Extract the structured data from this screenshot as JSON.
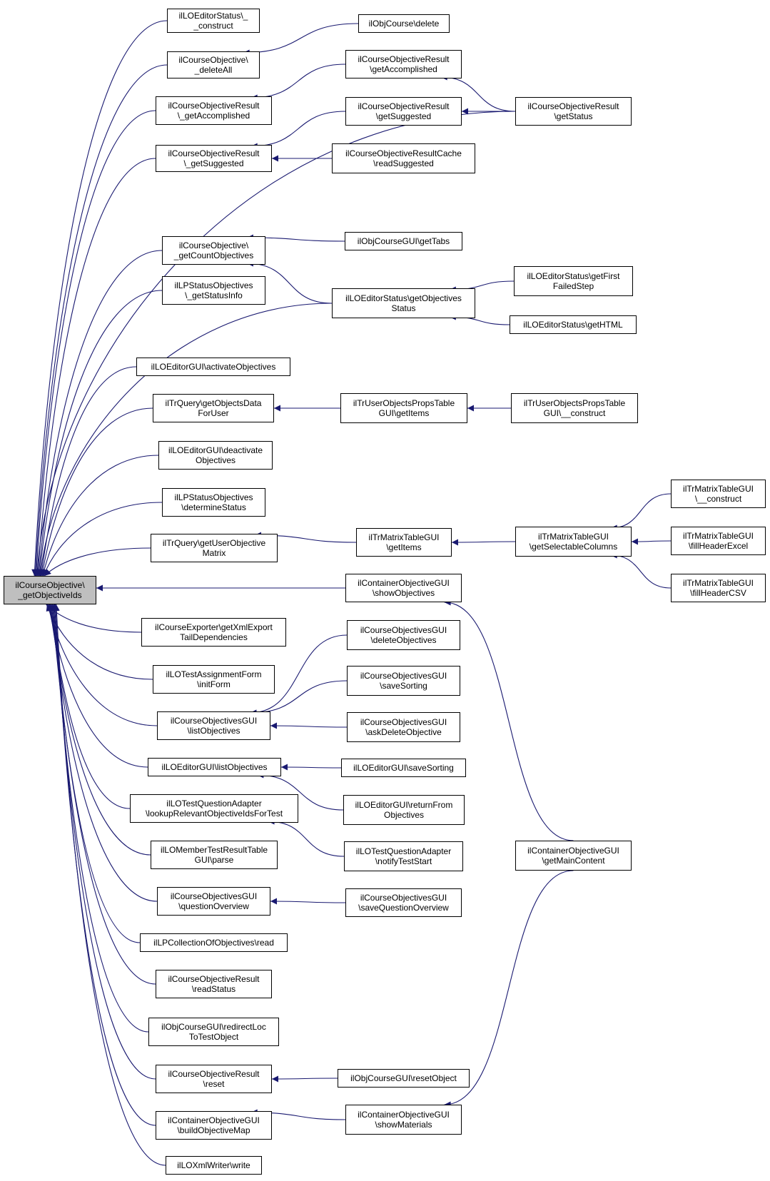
{
  "root": {
    "line1": "ilCourseObjective\\",
    "line2": "_getObjectiveIds"
  },
  "nodes": {
    "loeditorstatus_construct": [
      "ilLOEditorStatus\\_",
      "_construct"
    ],
    "courseobjective_deleteall": [
      "ilCourseObjective\\",
      "_deleteAll"
    ],
    "courseobjectiveresult_getaccomplished": [
      "ilCourseObjectiveResult",
      "\\_getAccomplished"
    ],
    "courseobjectiveresult_getsuggested": [
      "ilCourseObjectiveResult",
      "\\_getSuggested"
    ],
    "courseobjective_getcountobjectives": [
      "ilCourseObjective\\",
      "_getCountObjectives"
    ],
    "lpstatusobjectives_getstatusinfo": [
      "ilLPStatusObjectives",
      "\\_getStatusInfo"
    ],
    "loeditorgui_activateobjectives": [
      "ilLOEditorGUI\\activateObjectives"
    ],
    "trquery_getobjectsdataforuser": [
      "ilTrQuery\\getObjectsData",
      "ForUser"
    ],
    "loeditorgui_deactivateobjectives": [
      "ilLOEditorGUI\\deactivate",
      "Objectives"
    ],
    "lpstatusobjectives_determinestatus": [
      "ilLPStatusObjectives",
      "\\determineStatus"
    ],
    "trquery_getuserobjectivematrix": [
      "ilTrQuery\\getUserObjective",
      "Matrix"
    ],
    "courseexporter_getxmlexporttaildependencies": [
      "ilCourseExporter\\getXmlExport",
      "TailDependencies"
    ],
    "lotestassignmentform_initform": [
      "ilLOTestAssignmentForm",
      "\\initForm"
    ],
    "courseobjectivesgui_listobjectives": [
      "ilCourseObjectivesGUI",
      "\\listObjectives"
    ],
    "loeditorgui_listobjectives": [
      "ilLOEditorGUI\\listObjectives"
    ],
    "lotestquestionadapter_lookup": [
      "ilLOTestQuestionAdapter",
      "\\lookupRelevantObjectiveIdsForTest"
    ],
    "lomembertestresulttablegui_parse": [
      "ilLOMemberTestResultTable",
      "GUI\\parse"
    ],
    "courseobjectivesgui_questionoverview": [
      "ilCourseObjectivesGUI",
      "\\questionOverview"
    ],
    "lpcollectionofobjectives_read": [
      "ilLPCollectionOfObjectives\\read"
    ],
    "courseobjectiveresult_readstatus": [
      "ilCourseObjectiveResult",
      "\\readStatus"
    ],
    "objcoursegui_redirectloctotestobject": [
      "ilObjCourseGUI\\redirectLoc",
      "ToTestObject"
    ],
    "courseobjectiveresult_reset": [
      "ilCourseObjectiveResult",
      "\\reset"
    ],
    "containerobjectivegui_buildobjectivemap": [
      "ilContainerObjectiveGUI",
      "\\buildObjectiveMap"
    ],
    "loxmlwriter_write": [
      "ilLOXmlWriter\\write"
    ],
    "objcourse_delete": [
      "ilObjCourse\\delete"
    ],
    "courseobjectiveresult_getaccomplished2": [
      "ilCourseObjectiveResult",
      "\\getAccomplished"
    ],
    "courseobjectiveresult_getsuggested2": [
      "ilCourseObjectiveResult",
      "\\getSuggested"
    ],
    "courseobjectiveresultcache_readsuggested": [
      "ilCourseObjectiveResultCache",
      "\\readSuggested"
    ],
    "objcoursegui_gettabs": [
      "ilObjCourseGUI\\getTabs"
    ],
    "loeditorstatus_getobjectivesstatus": [
      "ilLOEditorStatus\\getObjectives",
      "Status"
    ],
    "truserobjectspropstablegui_getitems": [
      "ilTrUserObjectsPropsTable",
      "GUI\\getItems"
    ],
    "trmatrixtablegui_getitems": [
      "ilTrMatrixTableGUI",
      "\\getItems"
    ],
    "containerobjectivegui_showobjectives": [
      "ilContainerObjectiveGUI",
      "\\showObjectives"
    ],
    "courseobjectivesgui_deleteobjectives": [
      "ilCourseObjectivesGUI",
      "\\deleteObjectives"
    ],
    "courseobjectivesgui_savesorting": [
      "ilCourseObjectivesGUI",
      "\\saveSorting"
    ],
    "courseobjectivesgui_askdeleteobjective": [
      "ilCourseObjectivesGUI",
      "\\askDeleteObjective"
    ],
    "loeditorgui_savesorting": [
      "ilLOEditorGUI\\saveSorting"
    ],
    "loeditorgui_returnfromobjectives": [
      "ilLOEditorGUI\\returnFrom",
      "Objectives"
    ],
    "lotestquestionadapter_notifyteststart": [
      "ilLOTestQuestionAdapter",
      "\\notifyTestStart"
    ],
    "courseobjectivesgui_savequestionoverview": [
      "ilCourseObjectivesGUI",
      "\\saveQuestionOverview"
    ],
    "objcoursegui_resetobject": [
      "ilObjCourseGUI\\resetObject"
    ],
    "containerobjectivegui_showmaterials": [
      "ilContainerObjectiveGUI",
      "\\showMaterials"
    ],
    "courseobjectiveresult_getstatus": [
      "ilCourseObjectiveResult",
      "\\getStatus"
    ],
    "loeditorstatus_getfirstfailedstep": [
      "ilLOEditorStatus\\getFirst",
      "FailedStep"
    ],
    "loeditorstatus_gethtml": [
      "ilLOEditorStatus\\getHTML"
    ],
    "truserobjectspropstablegui_construct": [
      "ilTrUserObjectsPropsTable",
      "GUI\\__construct"
    ],
    "trmatrixtablegui_getselectablecolumns": [
      "ilTrMatrixTableGUI",
      "\\getSelectableColumns"
    ],
    "containerobjectivegui_getmaincontent": [
      "ilContainerObjectiveGUI",
      "\\getMainContent"
    ],
    "trmatrixtablegui_construct": [
      "ilTrMatrixTableGUI",
      "\\__construct"
    ],
    "trmatrixtablegui_fillheaderexcel": [
      "ilTrMatrixTableGUI",
      "\\fillHeaderExcel"
    ],
    "trmatrixtablegui_fillheadercsv": [
      "ilTrMatrixTableGUI",
      "\\fillHeaderCSV"
    ]
  },
  "edges": [
    [
      "loeditorstatus_construct",
      "root"
    ],
    [
      "courseobjective_deleteall",
      "root"
    ],
    [
      "courseobjectiveresult_getaccomplished",
      "root"
    ],
    [
      "courseobjectiveresult_getsuggested",
      "root"
    ],
    [
      "courseobjectiveresult_getstatus",
      "root"
    ],
    [
      "courseobjective_getcountobjectives",
      "root"
    ],
    [
      "lpstatusobjectives_getstatusinfo",
      "root"
    ],
    [
      "loeditorstatus_getobjectivesstatus",
      "root"
    ],
    [
      "loeditorgui_activateobjectives",
      "root"
    ],
    [
      "trquery_getobjectsdataforuser",
      "root"
    ],
    [
      "loeditorgui_deactivateobjectives",
      "root"
    ],
    [
      "lpstatusobjectives_determinestatus",
      "root"
    ],
    [
      "trquery_getuserobjectivematrix",
      "root"
    ],
    [
      "containerobjectivegui_showobjectives",
      "root"
    ],
    [
      "courseexporter_getxmlexporttaildependencies",
      "root"
    ],
    [
      "lotestassignmentform_initform",
      "root"
    ],
    [
      "courseobjectivesgui_listobjectives",
      "root"
    ],
    [
      "loeditorgui_listobjectives",
      "root"
    ],
    [
      "lotestquestionadapter_lookup",
      "root"
    ],
    [
      "lomembertestresulttablegui_parse",
      "root"
    ],
    [
      "courseobjectivesgui_questionoverview",
      "root"
    ],
    [
      "lpcollectionofobjectives_read",
      "root"
    ],
    [
      "courseobjectiveresult_readstatus",
      "root"
    ],
    [
      "objcoursegui_redirectloctotestobject",
      "root"
    ],
    [
      "courseobjectiveresult_reset",
      "root"
    ],
    [
      "containerobjectivegui_buildobjectivemap",
      "root"
    ],
    [
      "loxmlwriter_write",
      "root"
    ],
    [
      "objcourse_delete",
      "courseobjective_deleteall"
    ],
    [
      "courseobjectiveresult_getaccomplished2",
      "courseobjectiveresult_getaccomplished"
    ],
    [
      "courseobjectiveresult_getsuggested2",
      "courseobjectiveresult_getsuggested"
    ],
    [
      "courseobjectiveresultcache_readsuggested",
      "courseobjectiveresult_getsuggested"
    ],
    [
      "courseobjectiveresult_getstatus",
      "courseobjectiveresult_getaccomplished2"
    ],
    [
      "courseobjectiveresult_getstatus",
      "courseobjectiveresult_getsuggested2"
    ],
    [
      "objcoursegui_gettabs",
      "courseobjective_getcountobjectives"
    ],
    [
      "loeditorstatus_getobjectivesstatus",
      "courseobjective_getcountobjectives"
    ],
    [
      "loeditorstatus_getfirstfailedstep",
      "loeditorstatus_getobjectivesstatus"
    ],
    [
      "loeditorstatus_gethtml",
      "loeditorstatus_getobjectivesstatus"
    ],
    [
      "truserobjectspropstablegui_getitems",
      "trquery_getobjectsdataforuser"
    ],
    [
      "truserobjectspropstablegui_construct",
      "truserobjectspropstablegui_getitems"
    ],
    [
      "trmatrixtablegui_getitems",
      "trquery_getuserobjectivematrix"
    ],
    [
      "trmatrixtablegui_getselectablecolumns",
      "trmatrixtablegui_getitems"
    ],
    [
      "trmatrixtablegui_construct",
      "trmatrixtablegui_getselectablecolumns"
    ],
    [
      "trmatrixtablegui_fillheaderexcel",
      "trmatrixtablegui_getselectablecolumns"
    ],
    [
      "trmatrixtablegui_fillheadercsv",
      "trmatrixtablegui_getselectablecolumns"
    ],
    [
      "containerobjectivegui_getmaincontent",
      "containerobjectivegui_showobjectives"
    ],
    [
      "courseobjectivesgui_deleteobjectives",
      "courseobjectivesgui_listobjectives"
    ],
    [
      "courseobjectivesgui_savesorting",
      "courseobjectivesgui_listobjectives"
    ],
    [
      "courseobjectivesgui_askdeleteobjective",
      "courseobjectivesgui_listobjectives"
    ],
    [
      "loeditorgui_savesorting",
      "loeditorgui_listobjectives"
    ],
    [
      "loeditorgui_returnfromobjectives",
      "loeditorgui_listobjectives"
    ],
    [
      "lotestquestionadapter_notifyteststart",
      "lotestquestionadapter_lookup"
    ],
    [
      "courseobjectivesgui_savequestionoverview",
      "courseobjectivesgui_questionoverview"
    ],
    [
      "objcoursegui_resetobject",
      "courseobjectiveresult_reset"
    ],
    [
      "containerobjectivegui_showmaterials",
      "containerobjectivegui_buildobjectivemap"
    ],
    [
      "containerobjectivegui_getmaincontent",
      "containerobjectivegui_showmaterials"
    ]
  ],
  "colors": {
    "edge": "#191970",
    "root_fill": "#bfbfbf",
    "node_fill": "#ffffff",
    "border": "#000000"
  }
}
